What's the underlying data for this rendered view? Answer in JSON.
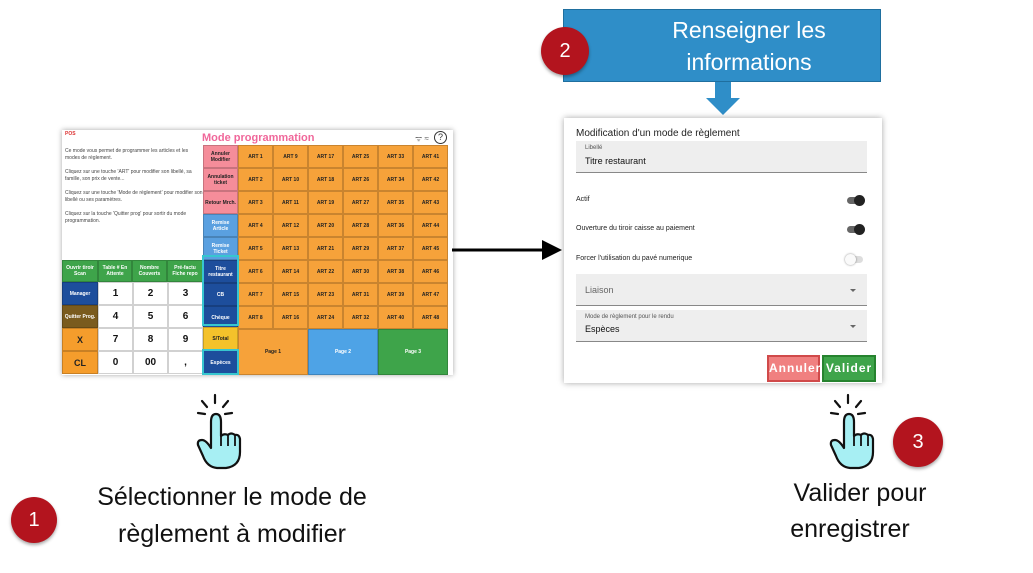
{
  "pos": {
    "logo": "POS",
    "title": "Mode programmation",
    "wifi": "ᯤ ≈",
    "help": "?",
    "info": [
      "Ce mode vous permet de programmer les articles et les modes de règlement.",
      "Cliquez sur une touche 'ART' pour modifier son libellé, sa famille, son prix de vente...",
      "Cliquez sur une touche 'Mode de règlement' pour modifier son libellé ou ses paramètres.",
      "Cliquez sur la touche 'Quitter prog' pour sortir du mode programmation."
    ],
    "function_keys": [
      "Annuler Modifier",
      "Annulation ticket",
      "Retour Mrch.",
      "Remise Article",
      "Remise Ticket",
      "Titre restaurant",
      "CB",
      "Chèque",
      "S/Total",
      "Espèces"
    ],
    "art_grid": [
      [
        "ART 1",
        "ART 9",
        "ART 17",
        "ART 25",
        "ART 33",
        "ART 41"
      ],
      [
        "ART 2",
        "ART 10",
        "ART 18",
        "ART 26",
        "ART 34",
        "ART 42"
      ],
      [
        "ART 3",
        "ART 11",
        "ART 19",
        "ART 27",
        "ART 35",
        "ART 43"
      ],
      [
        "ART 4",
        "ART 12",
        "ART 20",
        "ART 28",
        "ART 36",
        "ART 44"
      ],
      [
        "ART 5",
        "ART 13",
        "ART 21",
        "ART 29",
        "ART 37",
        "ART 45"
      ],
      [
        "ART 6",
        "ART 14",
        "ART 22",
        "ART 30",
        "ART 38",
        "ART 46"
      ],
      [
        "ART 7",
        "ART 15",
        "ART 23",
        "ART 31",
        "ART 39",
        "ART 47"
      ],
      [
        "ART 8",
        "ART 16",
        "ART 24",
        "ART 32",
        "ART 40",
        "ART 48"
      ]
    ],
    "pages": [
      "Page 1",
      "Page 2",
      "Page 3"
    ],
    "top_buttons": [
      "Ouvrir tiroir Scan",
      "Table # En Attente",
      "Nombre Couverts",
      "Pré-factu Fiche repo"
    ],
    "left_buttons": [
      "Manager",
      "Quitter Prog.",
      "X",
      "CL"
    ],
    "numpad": [
      [
        "1",
        "2",
        "3"
      ],
      [
        "4",
        "5",
        "6"
      ],
      [
        "7",
        "8",
        "9"
      ],
      [
        "0",
        "00",
        ","
      ]
    ]
  },
  "callout": {
    "number": "2",
    "line1": "Renseigner les",
    "line2": "informations"
  },
  "dialog": {
    "title": "Modification d'un mode de règlement",
    "libelle_label": "Libellé",
    "libelle_value": "Titre restaurant",
    "actif_label": "Actif",
    "actif_on": true,
    "tiroir_label": "Ouverture du tiroir caisse au paiement",
    "tiroir_on": true,
    "pave_label": "Forcer l'utilisation du pavé numerique",
    "pave_on": false,
    "liaison_placeholder": "Liaison",
    "rendu_label": "Mode de règlement pour le rendu",
    "rendu_value": "Espèces",
    "cancel_label": "Annuler",
    "validate_label": "Valider"
  },
  "steps": {
    "step1_number": "1",
    "step1_line1": "Sélectionner le mode de",
    "step1_line2": "règlement à modifier",
    "step3_number": "3",
    "step3_line1": "Valider pour",
    "step3_line2": "enregistrer"
  },
  "colors": {
    "badge": "#b3141e",
    "callout": "#2f8ec8",
    "highlight": "#37c6cf",
    "art": "#f6a23a",
    "cancel": "#f08080",
    "validate": "#3ea44a"
  }
}
